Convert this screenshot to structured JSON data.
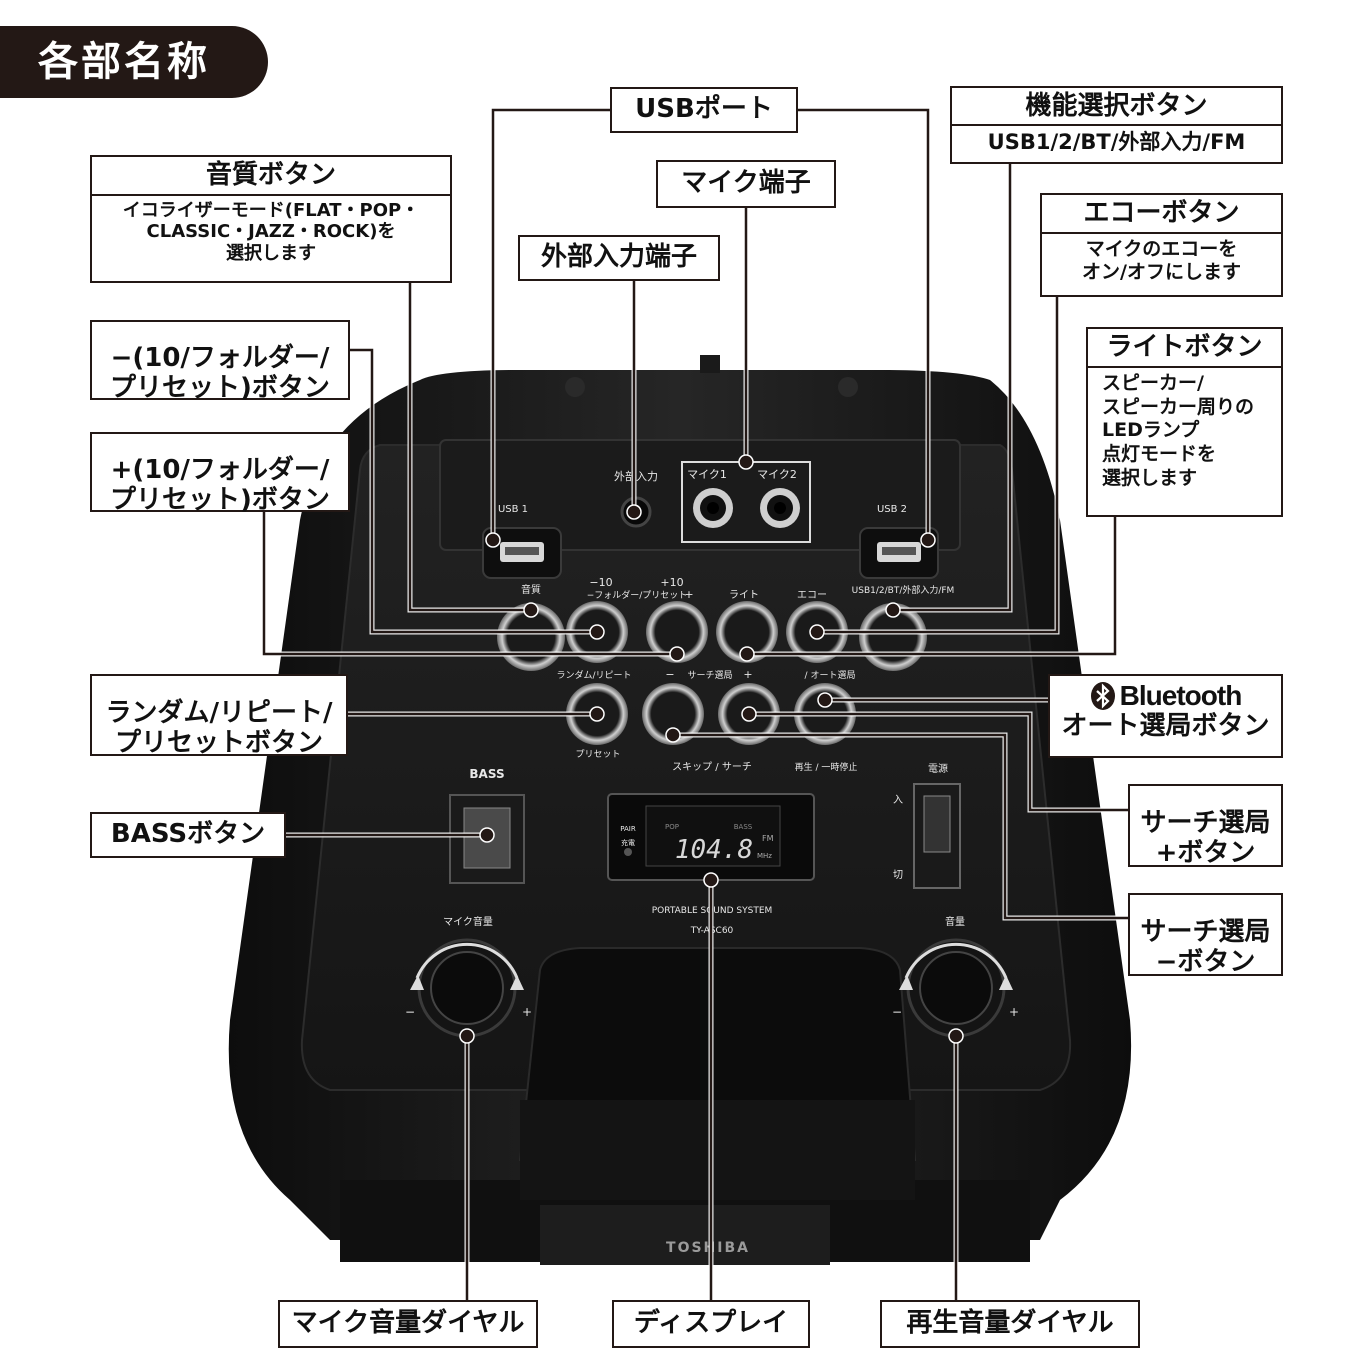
{
  "title": "各部名称",
  "device": {
    "jack_aux": "外部入力",
    "jack_mic1": "マイク1",
    "jack_mic2": "マイク2",
    "usb1": "USB 1",
    "usb2": "USB 2",
    "btn_tone": "音質",
    "btn_minus10_top": "−10",
    "btn_minus10_bottom": "−フォルダー/プリセット",
    "btn_plus10_top": "+10",
    "btn_plus10_bottom": "+",
    "btn_light": "ライト",
    "btn_echo": "エコー",
    "btn_func": "USB1/2/BT/外部入力/FM",
    "btn_random": "ランダム/リピート",
    "btn_search": "サーチ選局",
    "btn_search_minus": "−",
    "btn_search_plus": "+",
    "btn_auto": "/ オート選局",
    "btn_preset": "プリセット",
    "btn_skip": "スキップ / サーチ",
    "btn_play": "再生 / 一時停止",
    "bass": "BASS",
    "power": "電源",
    "power_on": "入",
    "power_off": "切",
    "display_pair": "PAIR",
    "display_charge": "充電",
    "display_pop": "POP",
    "display_bass": "BASS",
    "display_freq": "104.8",
    "display_fm": "FM",
    "display_mhz": "MHz",
    "product_line": "PORTABLE SOUND SYSTEM",
    "model": "TY-ASC60",
    "mic_volume": "マイク音量",
    "volume": "音量",
    "knob_minus": "−",
    "knob_plus": "+",
    "brand": "TOSHIBA"
  },
  "callouts": {
    "usb_port": "USBポート",
    "function_button": "機能選択ボタン",
    "function_desc": "USB1/2/BT/外部入力/FM",
    "tone_button": "音質ボタン",
    "tone_desc": "イコライザーモード(FLAT・POP・\nCLASSIC・JAZZ・ROCK)を\n選択します",
    "mic_jack": "マイク端子",
    "aux_jack": "外部入力端子",
    "echo_button": "エコーボタン",
    "echo_desc": "マイクのエコーを\nオン/オフにします",
    "minus_button": "−(10/フォルダー/\nプリセット)ボタン",
    "light_button": "ライトボタン",
    "light_desc": "スピーカー/\nスピーカー周りの\nLEDランプ\n点灯モードを\n選択します",
    "plus_button": "+(10/フォルダー/\nプリセット)ボタン",
    "random_button": "ランダム/リピート/\nプリセットボタン",
    "bluetooth_brand": "Bluetooth",
    "bluetooth_button": "オート選局ボタン",
    "bass_button": "BASSボタン",
    "search_plus": "サーチ選局\n+ボタン",
    "search_minus": "サーチ選局\n−ボタン",
    "mic_volume_dial": "マイク音量ダイヤル",
    "display": "ディスプレイ",
    "volume_dial": "再生音量ダイヤル"
  }
}
